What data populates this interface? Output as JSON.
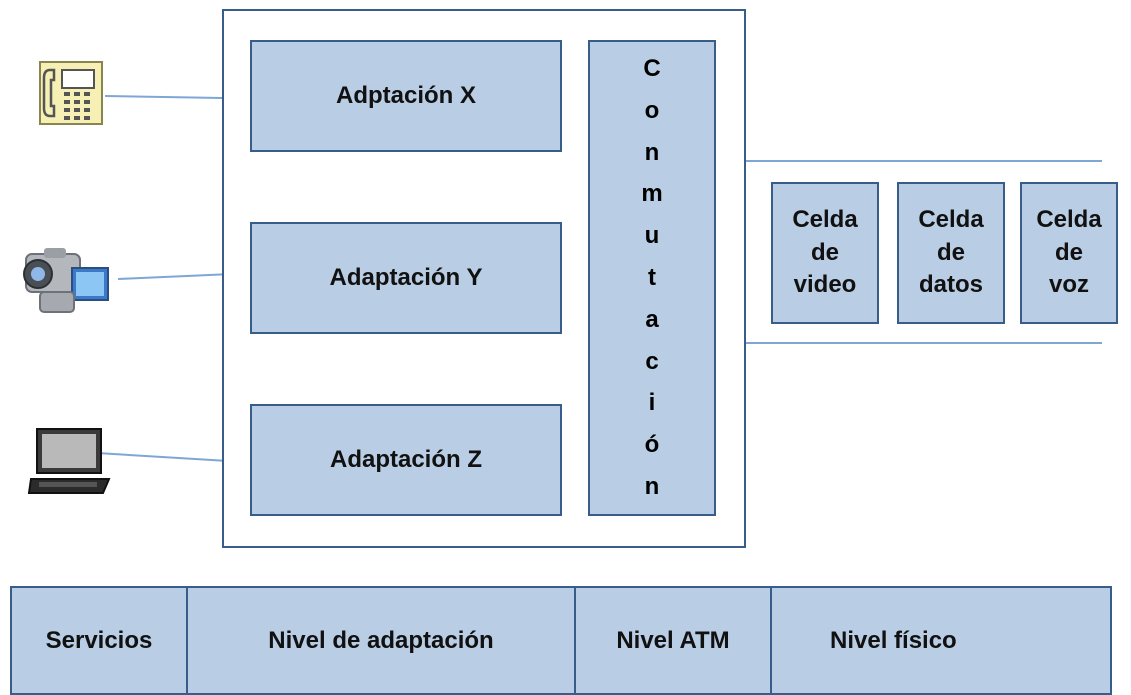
{
  "adaptations": {
    "x": "Adptación X",
    "y": "Adaptación Y",
    "z": "Adaptación Z"
  },
  "switching": [
    "C",
    "o",
    "n",
    "m",
    "u",
    "t",
    "a",
    "c",
    "i",
    "ó",
    "n"
  ],
  "cells": {
    "video": [
      "Celda",
      "de",
      "video"
    ],
    "data": [
      "Celda",
      "de",
      "datos"
    ],
    "voice": [
      "Celda",
      "de",
      "voz"
    ]
  },
  "layers": {
    "services": "Servicios",
    "adaptation": "Nivel de adaptación",
    "atm": "Nivel ATM",
    "physical": "Nivel físico"
  },
  "icons": [
    "telephone-icon",
    "video-camera-icon",
    "laptop-icon"
  ],
  "colors": {
    "box_fill": "#b9cde4",
    "box_border": "#385d8a",
    "line": "#7ea6d6"
  }
}
